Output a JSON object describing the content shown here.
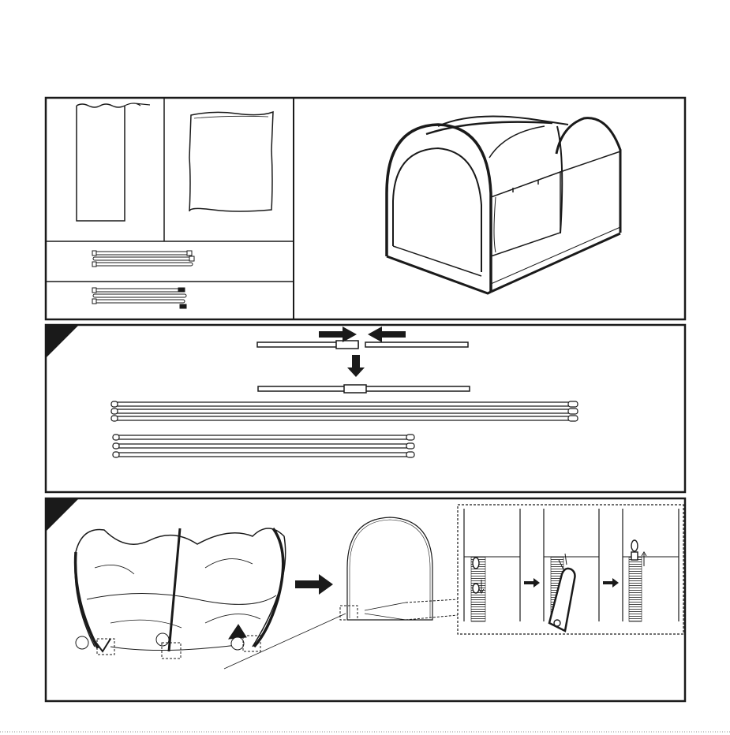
{
  "document": {
    "kind": "assembly instruction sheet",
    "text": []
  },
  "panels": [
    {
      "id": "contents",
      "items": [
        "storage-bag",
        "tent-body",
        "long-pole-set",
        "short-pole-set"
      ]
    },
    {
      "id": "finished-tent"
    },
    {
      "id": "step-1-assemble-poles",
      "groups": [
        {
          "name": "long-poles",
          "count": 3
        },
        {
          "name": "short-poles",
          "count": 3
        }
      ]
    },
    {
      "id": "step-2-insert-poles",
      "callouts": 3,
      "zipper_frames": 3
    }
  ],
  "colors": {
    "ink": "#1a1a1a",
    "paper": "#ffffff"
  }
}
